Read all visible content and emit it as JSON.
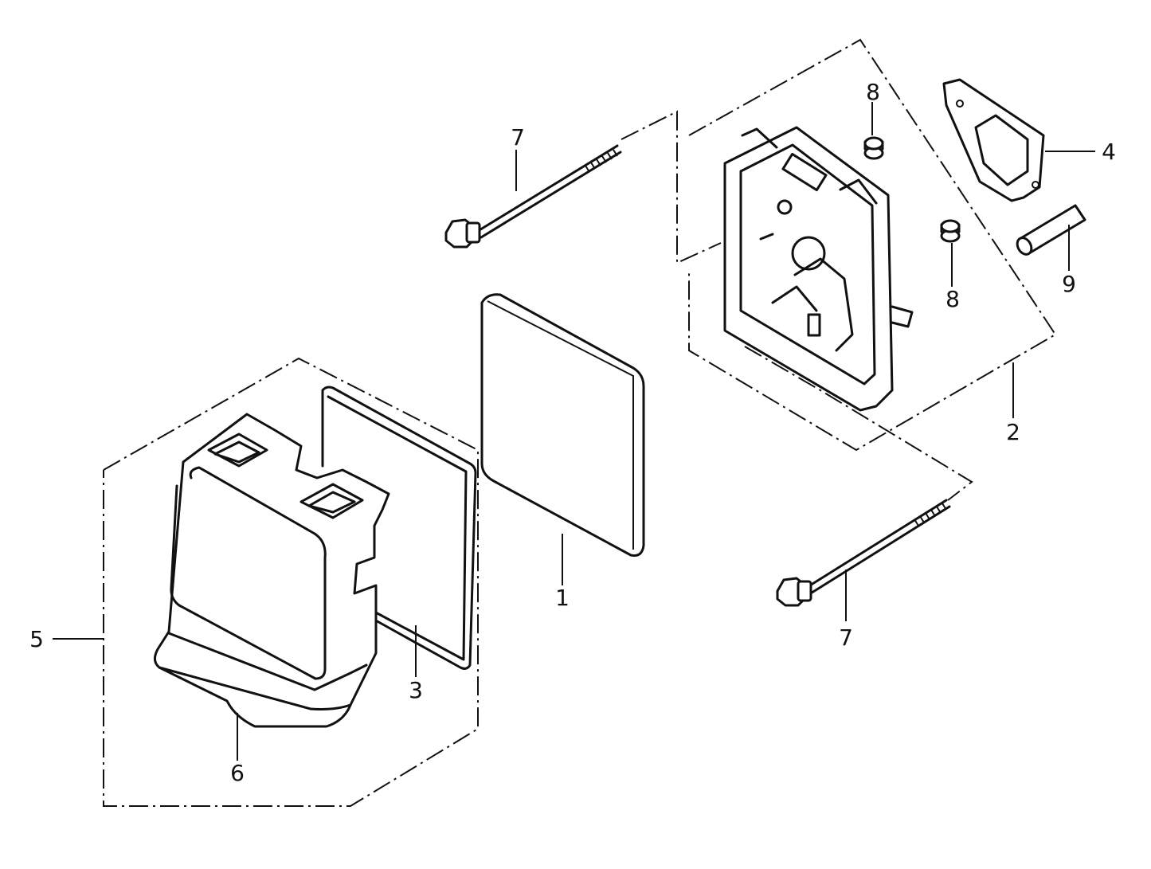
{
  "diagram": {
    "callouts": [
      {
        "id": "c1",
        "label": "1"
      },
      {
        "id": "c2",
        "label": "2"
      },
      {
        "id": "c3",
        "label": "3"
      },
      {
        "id": "c4",
        "label": "4"
      },
      {
        "id": "c5",
        "label": "5"
      },
      {
        "id": "c6",
        "label": "6"
      },
      {
        "id": "c7a",
        "label": "7"
      },
      {
        "id": "c7b",
        "label": "7"
      },
      {
        "id": "c8a",
        "label": "8"
      },
      {
        "id": "c8b",
        "label": "8"
      },
      {
        "id": "c9",
        "label": "9"
      }
    ]
  }
}
